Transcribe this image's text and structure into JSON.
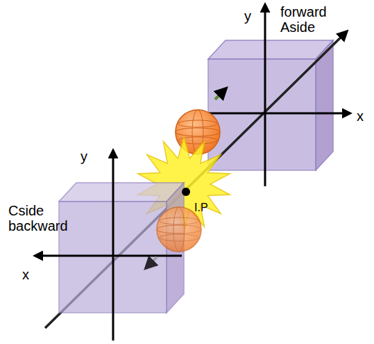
{
  "diagram": {
    "labels": [
      "y",
      "forward Aside",
      "x",
      "y",
      "Cside backward",
      "x",
      "I.P"
    ]
  }
}
